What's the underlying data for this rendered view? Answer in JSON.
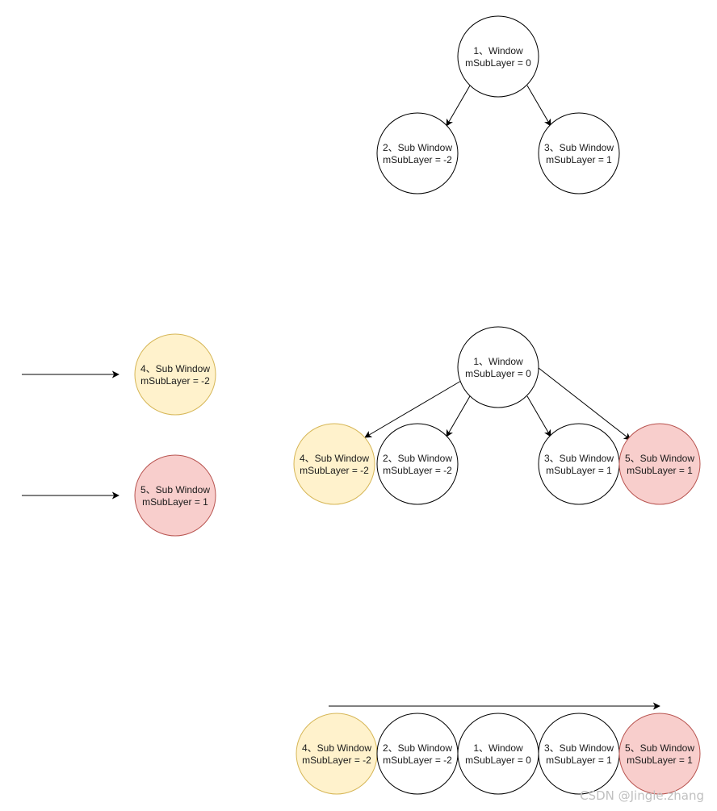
{
  "colors": {
    "default_fill": "#ffffff",
    "default_stroke": "#000000",
    "yellow_fill": "#fff2cc",
    "yellow_stroke": "#d6b656",
    "red_fill": "#f8cecc",
    "red_stroke": "#b85450",
    "edge": "#000000",
    "watermark": "#c0c0c0"
  },
  "windows": {
    "w1": {
      "title": "1、Window",
      "sublayer": "mSubLayer = 0"
    },
    "w2": {
      "title": "2、Sub Window",
      "sublayer": "mSubLayer = -2"
    },
    "w3": {
      "title": "3、Sub Window",
      "sublayer": "mSubLayer = 1"
    },
    "w4": {
      "title": "4、Sub Window",
      "sublayer": "mSubLayer = -2"
    },
    "w5": {
      "title": "5、Sub Window",
      "sublayer": "mSubLayer = 1"
    }
  },
  "diagram": {
    "edges_top": [
      {
        "from": "w1",
        "to": "w2"
      },
      {
        "from": "w1",
        "to": "w3"
      }
    ],
    "edges_middle": [
      {
        "from": "w1",
        "to": "w4"
      },
      {
        "from": "w1",
        "to": "w2"
      },
      {
        "from": "w1",
        "to": "w3"
      },
      {
        "from": "w1",
        "to": "w5"
      }
    ],
    "incoming_arrows": [
      "w4",
      "w5"
    ],
    "bottom_order": [
      "w4",
      "w2",
      "w1",
      "w3",
      "w5"
    ]
  },
  "watermark": "CSDN @Jingle.zhang"
}
